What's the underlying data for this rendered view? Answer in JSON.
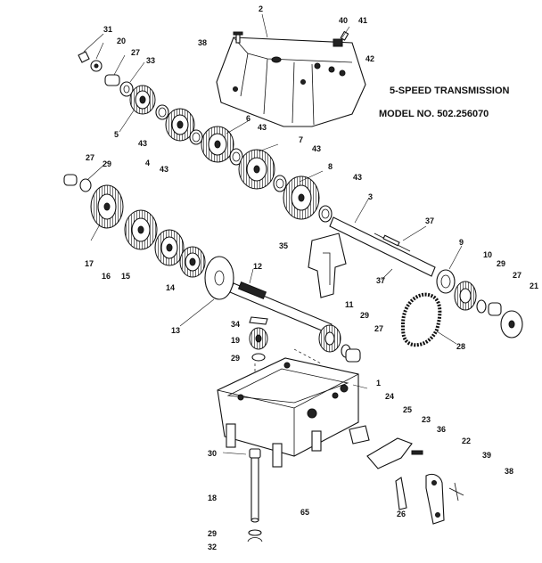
{
  "title_lines": [
    "5-SPEED TRANSMISSION",
    "MODEL NO. 502.256070"
  ],
  "labels": [
    {
      "id": "p2",
      "text": "2"
    },
    {
      "id": "p40",
      "text": "40"
    },
    {
      "id": "p41",
      "text": "41"
    },
    {
      "id": "p31",
      "text": "31"
    },
    {
      "id": "p38a",
      "text": "38"
    },
    {
      "id": "p20",
      "text": "20"
    },
    {
      "id": "p42",
      "text": "42"
    },
    {
      "id": "p27a",
      "text": "27"
    },
    {
      "id": "p33",
      "text": "33"
    },
    {
      "id": "p5",
      "text": "5"
    },
    {
      "id": "p43a",
      "text": "43"
    },
    {
      "id": "p6",
      "text": "6"
    },
    {
      "id": "p4",
      "text": "4"
    },
    {
      "id": "p43b",
      "text": "43"
    },
    {
      "id": "p43c",
      "text": "43"
    },
    {
      "id": "p7",
      "text": "7"
    },
    {
      "id": "p43d",
      "text": "43"
    },
    {
      "id": "p27b",
      "text": "27"
    },
    {
      "id": "p29a",
      "text": "29"
    },
    {
      "id": "p8",
      "text": "8"
    },
    {
      "id": "p43e",
      "text": "43"
    },
    {
      "id": "p3",
      "text": "3"
    },
    {
      "id": "p37a",
      "text": "37"
    },
    {
      "id": "p35",
      "text": "35"
    },
    {
      "id": "p9",
      "text": "9"
    },
    {
      "id": "p17",
      "text": "17"
    },
    {
      "id": "p16",
      "text": "16"
    },
    {
      "id": "p15",
      "text": "15"
    },
    {
      "id": "p14",
      "text": "14"
    },
    {
      "id": "p12",
      "text": "12"
    },
    {
      "id": "p10",
      "text": "10"
    },
    {
      "id": "p29b",
      "text": "29"
    },
    {
      "id": "p27c",
      "text": "27"
    },
    {
      "id": "p21",
      "text": "21"
    },
    {
      "id": "p37b",
      "text": "37"
    },
    {
      "id": "p13",
      "text": "13"
    },
    {
      "id": "p11",
      "text": "11"
    },
    {
      "id": "p34",
      "text": "34"
    },
    {
      "id": "p29c",
      "text": "29"
    },
    {
      "id": "p27d",
      "text": "27"
    },
    {
      "id": "p28a",
      "text": "28"
    },
    {
      "id": "p19",
      "text": "19"
    },
    {
      "id": "p29d",
      "text": "29"
    },
    {
      "id": "p1",
      "text": "1"
    },
    {
      "id": "p24",
      "text": "24"
    },
    {
      "id": "p25",
      "text": "25"
    },
    {
      "id": "p23",
      "text": "23"
    },
    {
      "id": "p36",
      "text": "36"
    },
    {
      "id": "p22",
      "text": "22"
    },
    {
      "id": "p39",
      "text": "39"
    },
    {
      "id": "p38b",
      "text": "38"
    },
    {
      "id": "p30",
      "text": "30"
    },
    {
      "id": "p18",
      "text": "18"
    },
    {
      "id": "p26",
      "text": "26"
    },
    {
      "id": "p65",
      "text": "65"
    },
    {
      "id": "p29e",
      "text": "29"
    },
    {
      "id": "p32",
      "text": "32"
    }
  ]
}
